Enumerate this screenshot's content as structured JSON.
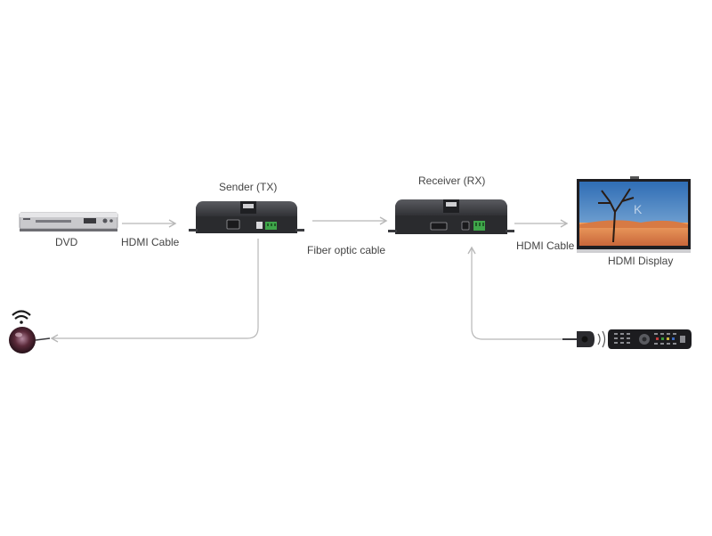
{
  "labels": {
    "dvd": "DVD",
    "hdmi_cable_left": "HDMI Cable",
    "sender": "Sender (TX)",
    "fiber": "Fiber optic cable",
    "receiver": "Receiver (RX)",
    "hdmi_cable_right": "HDMI Cable",
    "display": "HDMI Display"
  },
  "colors": {
    "arrow": "#b8b8b8",
    "label_text": "#444444",
    "device_body": "#3c3d41",
    "device_face": "#2a2b2e",
    "terminal_green": "#3fa64a",
    "tv_sky": "#3f7fc2",
    "tv_sand": "#e0894a"
  },
  "icons": {
    "dvd": "dvd-player-icon",
    "sender": "sender-box-icon",
    "receiver": "receiver-box-icon",
    "display": "tv-display-icon",
    "ir_eye": "ir-receiver-eye-icon",
    "wifi": "wireless-signal-icon",
    "ir_emitter": "ir-emitter-icon",
    "remote": "remote-control-icon"
  }
}
